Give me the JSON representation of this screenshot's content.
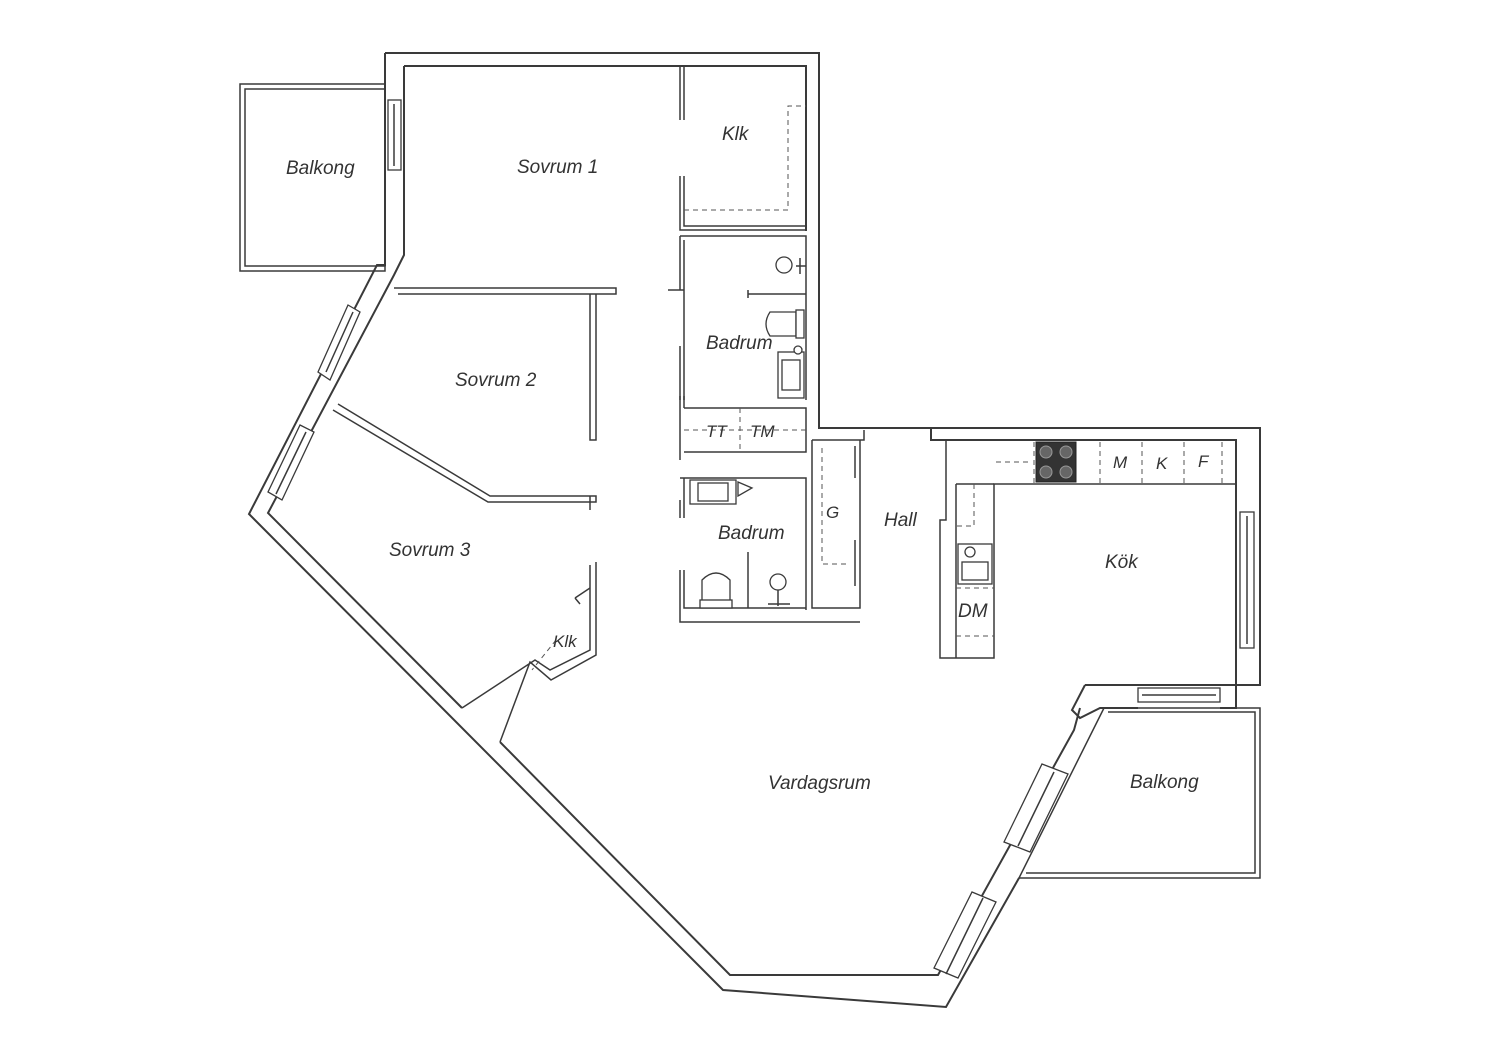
{
  "plan": {
    "rooms": {
      "balkong_west": "Balkong",
      "sovrum1": "Sovrum 1",
      "klk1": "Klk",
      "sovrum2": "Sovrum 2",
      "badrum1": "Badrum",
      "tt": "TT",
      "tm": "TM",
      "badrum2": "Badrum",
      "sovrum3": "Sovrum 3",
      "klk3": "Klk",
      "g": "G",
      "hall": "Hall",
      "kok": "Kök",
      "dm": "DM",
      "m": "M",
      "k": "K",
      "f": "F",
      "vardagsrum": "Vardagsrum",
      "balkong_east": "Balkong"
    },
    "icons": [
      "window-icon",
      "toilet-icon",
      "sink-icon",
      "shower-icon",
      "stove-icon",
      "kitchen-sink-icon"
    ]
  }
}
